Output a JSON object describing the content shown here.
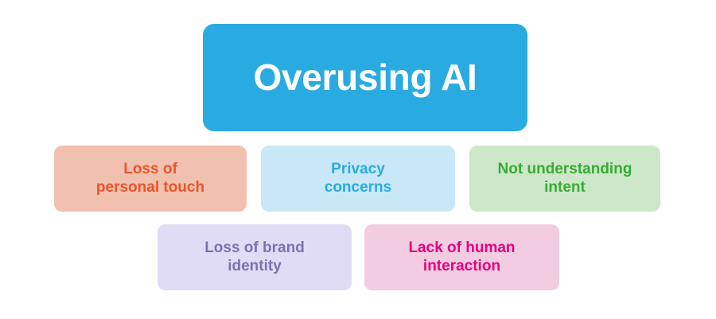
{
  "diagram": {
    "type": "hierarchy",
    "background_color": "#FFFFFF",
    "root": {
      "label": "Overusing AI",
      "background_color": "#29ABE2",
      "text_color": "#FFFFFF"
    },
    "tier2": [
      {
        "label": "Loss of\npersonal touch",
        "background_color": "#F2C0AE",
        "text_color": "#E8552D"
      },
      {
        "label": "Privacy\nconcerns",
        "background_color": "#C9E8F7",
        "text_color": "#29ABE2"
      },
      {
        "label": "Not understanding\nintent",
        "background_color": "#CCE8C8",
        "text_color": "#3AAA35"
      }
    ],
    "tier3": [
      {
        "label": "Loss of brand\nidentity",
        "background_color": "#E0DCF5",
        "text_color": "#7B73AD"
      },
      {
        "label": "Lack of human\ninteraction",
        "background_color": "#F2CCE0",
        "text_color": "#E6007E"
      }
    ]
  }
}
